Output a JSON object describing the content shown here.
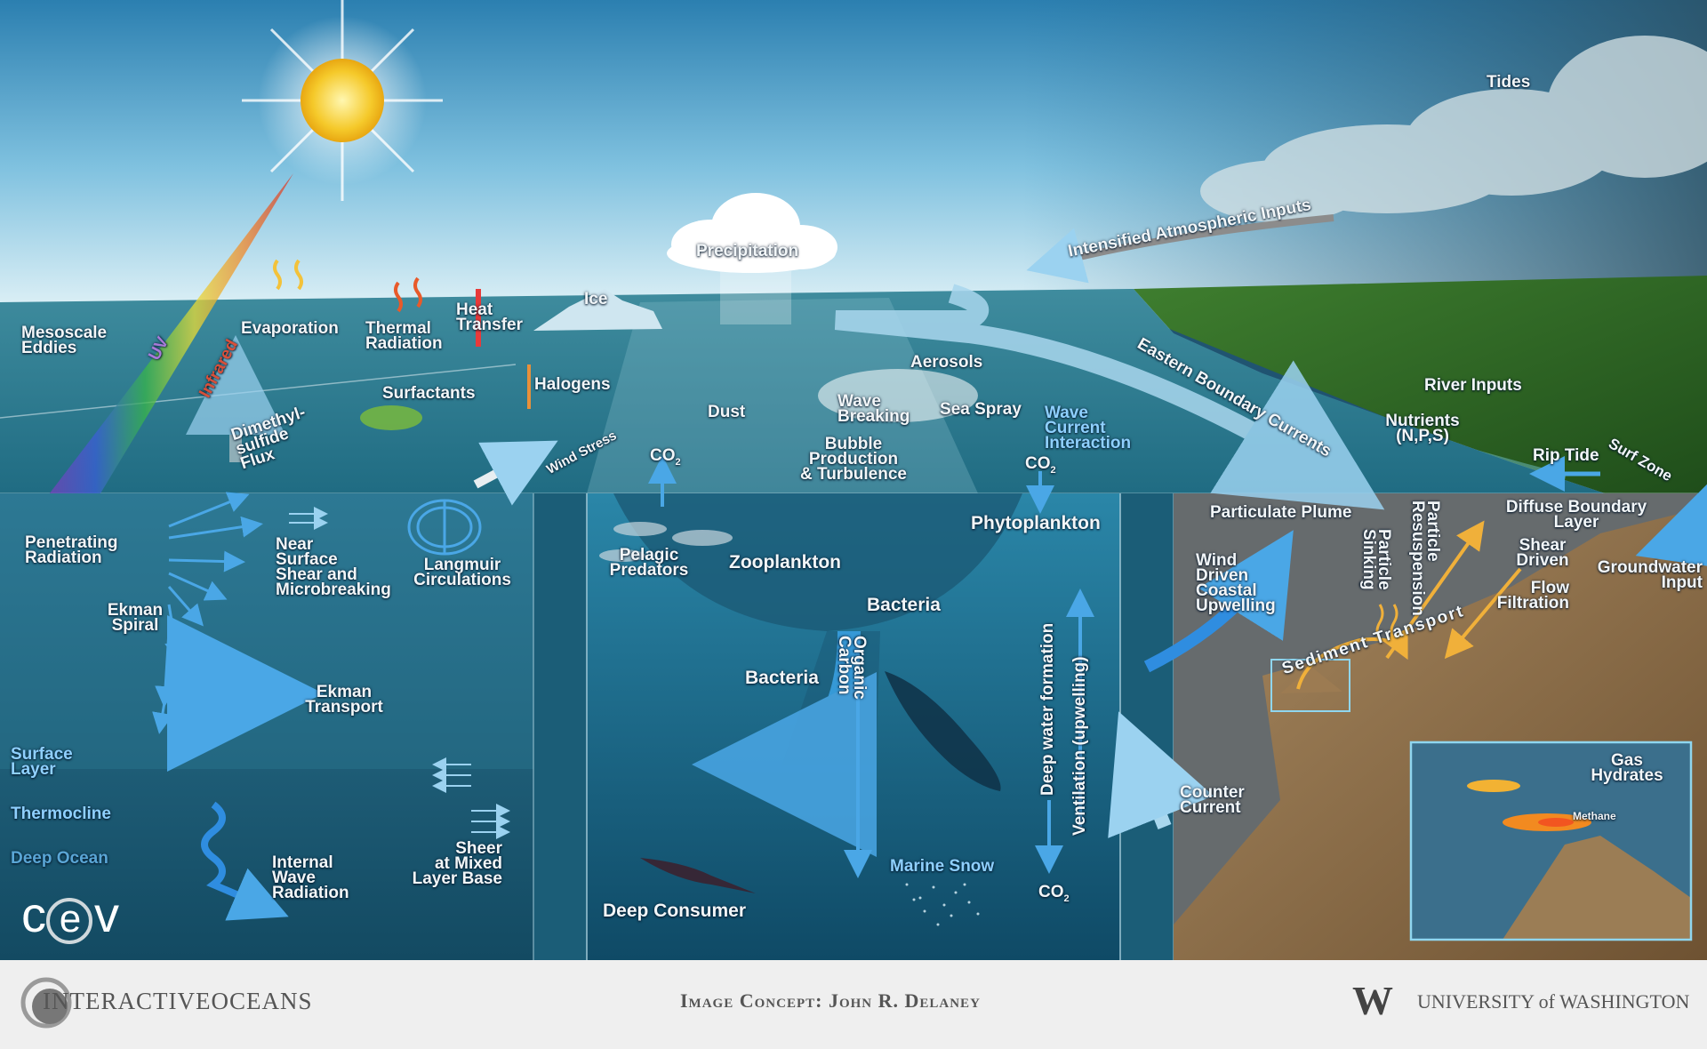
{
  "sky": {
    "tides": "Tides",
    "precipitation": "Precipitation",
    "intensified_inputs": "Intensified Atmospheric Inputs",
    "ice": "Ice",
    "uv": "UV",
    "infrared": "Infrared"
  },
  "surface": {
    "mesoscale_eddies": "Mesoscale\nEddies",
    "evaporation": "Evaporation",
    "thermal_radiation": "Thermal\nRadiation",
    "heat_transfer": "Heat\nTransfer",
    "surfactants": "Surfactants",
    "halogens": "Halogens",
    "dms_flux": "Dimethyl-\nsulfide\nFlux",
    "wind_stress": "Wind Stress",
    "dust": "Dust",
    "aerosols": "Aerosols",
    "wave_breaking": "Wave\nBreaking",
    "sea_spray": "Sea Spray",
    "wave_current": "Wave\nCurrent\nInteraction",
    "bubble": "Bubble\nProduction\n& Turbulence",
    "eastern_boundary": "Eastern Boundary Currents",
    "river_inputs": "River Inputs",
    "nutrients": "Nutrients\n(N,P,S)",
    "rip_tide": "Rip Tide",
    "surf_zone": "Surf Zone",
    "co2_a_main": "CO",
    "co2_a_sub": "2",
    "co2_b_main": "CO",
    "co2_b_sub": "2"
  },
  "left_panel": {
    "penetrating": "Penetrating\nRadiation",
    "near_surface": "Near\nSurface\nShear and\nMicrobreaking",
    "langmuir": "Langmuir\nCirculations",
    "ekman_spiral": "Ekman\nSpiral",
    "ekman_transport": "Ekman\nTransport",
    "surface_layer": "Surface\nLayer",
    "thermocline": "Thermocline",
    "deep_ocean": "Deep Ocean",
    "internal_wave": "Internal\nWave\nRadiation",
    "sheer": "Sheer\nat Mixed\nLayer Base",
    "logo_c": "c",
    "logo_e": "e",
    "logo_v": "v"
  },
  "mid_panel": {
    "pelagic": "Pelagic\nPredators",
    "zooplankton": "Zooplankton",
    "phytoplankton": "Phytoplankton",
    "bacteria_top": "Bacteria",
    "bacteria_mid": "Bacteria",
    "organic_carbon": "Organic\nCarbon",
    "deep_water": "Deep water formation",
    "ventilation": "Ventilation (upwelling)",
    "marine_snow": "Marine Snow",
    "deep_consumer": "Deep Consumer",
    "co2_c_main": "CO",
    "co2_c_sub": "2"
  },
  "right_panel": {
    "particulate_plume": "Particulate Plume",
    "wind_driven": "Wind\nDriven\nCoastal\nUpwelling",
    "particle_sinking": "Particle\nSinking",
    "particle_resuspension": "Particle\nResuspension",
    "diffuse_boundary": "Diffuse Boundary\nLayer",
    "shear_driven": "Shear\nDriven",
    "flow_filtration": "Flow\nFiltration",
    "groundwater": "Groundwater\nInput",
    "sediment_transport": "Sediment Transport",
    "counter_current": "Counter\nCurrent",
    "gas_hydrates": "Gas\nHydrates",
    "methane": "Methane"
  },
  "footer": {
    "left_logo": "INTERACTIVEOCEANS",
    "concept": "Image Concept: John R. Delaney",
    "uw_mark": "W",
    "uw": "UNIVERSITY of WASHINGTON"
  }
}
